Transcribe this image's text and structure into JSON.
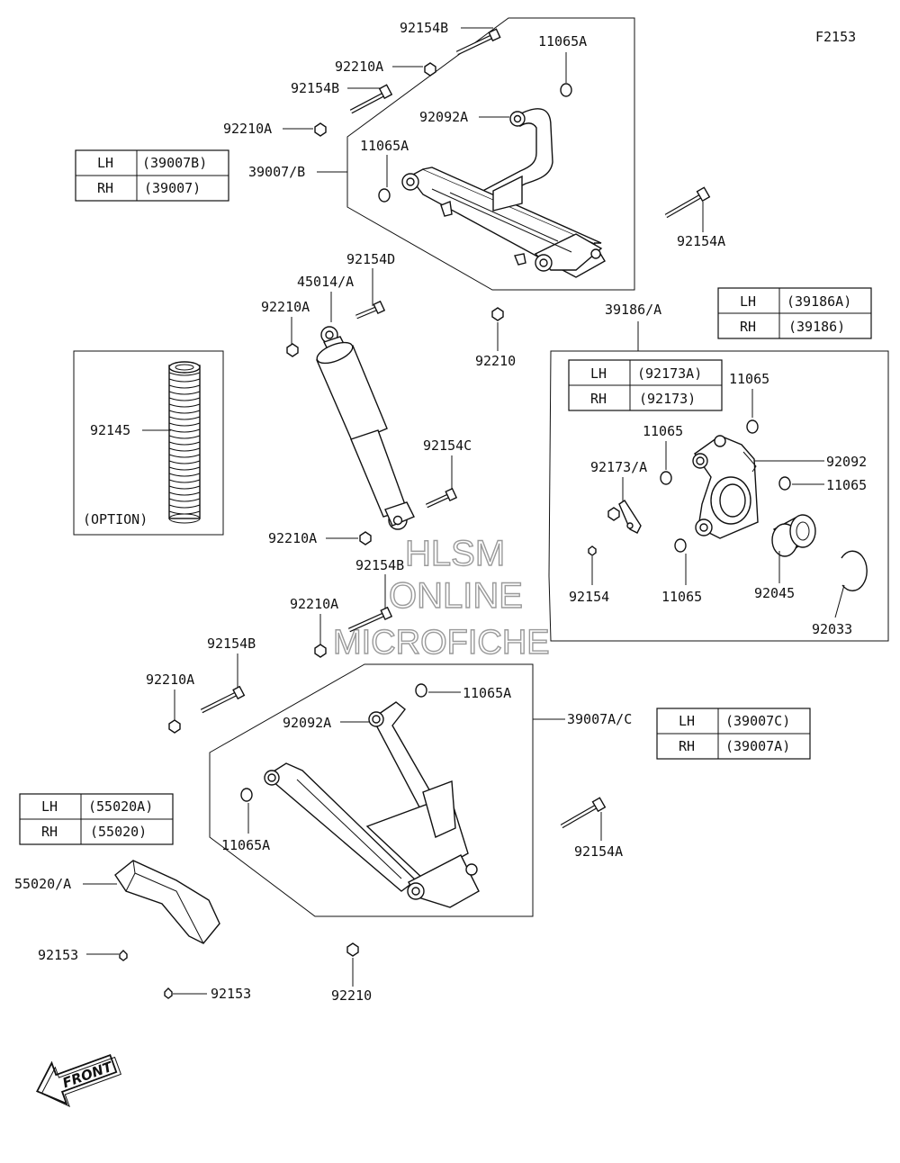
{
  "figure_code": "F2153",
  "watermark": [
    "HLSM",
    "ONLINE",
    "MICROFICHE"
  ],
  "front_label": "FRONT",
  "labels": {
    "92154B_top": "92154B",
    "11065A_top": "11065A",
    "92210A_1": "92210A",
    "92154B_2": "92154B",
    "92092A_top": "92092A",
    "92210A_2": "92210A",
    "11065A_2": "11065A",
    "39007B": "39007/B",
    "92154A_right": "92154A",
    "92154D": "92154D",
    "45014A": "45014/A",
    "92210A_3": "92210A",
    "92210_mid": "92210",
    "39186A": "39186/A",
    "92145": "92145",
    "option": "(OPTION)",
    "92154C": "92154C",
    "92210A_4": "92210A",
    "92154B_3": "92154B",
    "92210A_5": "92210A",
    "92154B_4": "92154B",
    "92210A_6": "92210A",
    "11065A_3": "11065A",
    "92092A_2": "92092A",
    "39007AC": "39007A/C",
    "11065A_4": "11065A",
    "92154A_2": "92154A",
    "55020A": "55020/A",
    "92153_1": "92153",
    "92153_2": "92153",
    "92210_bot": "92210",
    "11065_1": "11065",
    "11065_2": "11065",
    "92092": "92092",
    "11065_3": "11065",
    "92173A": "92173/A",
    "92154": "92154",
    "11065_4": "11065",
    "92045": "92045",
    "92033": "92033"
  },
  "tables": {
    "t39007": {
      "rows": [
        [
          "LH",
          "(39007B)"
        ],
        [
          "RH",
          "(39007)"
        ]
      ]
    },
    "t39186": {
      "rows": [
        [
          "LH",
          "(39186A)"
        ],
        [
          "RH",
          "(39186)"
        ]
      ]
    },
    "t92173": {
      "rows": [
        [
          "LH",
          "(92173A)"
        ],
        [
          "RH",
          "(92173)"
        ]
      ]
    },
    "t39007ac": {
      "rows": [
        [
          "LH",
          "(39007C)"
        ],
        [
          "RH",
          "(39007A)"
        ]
      ]
    },
    "t55020": {
      "rows": [
        [
          "LH",
          "(55020A)"
        ],
        [
          "RH",
          "(55020)"
        ]
      ]
    }
  }
}
